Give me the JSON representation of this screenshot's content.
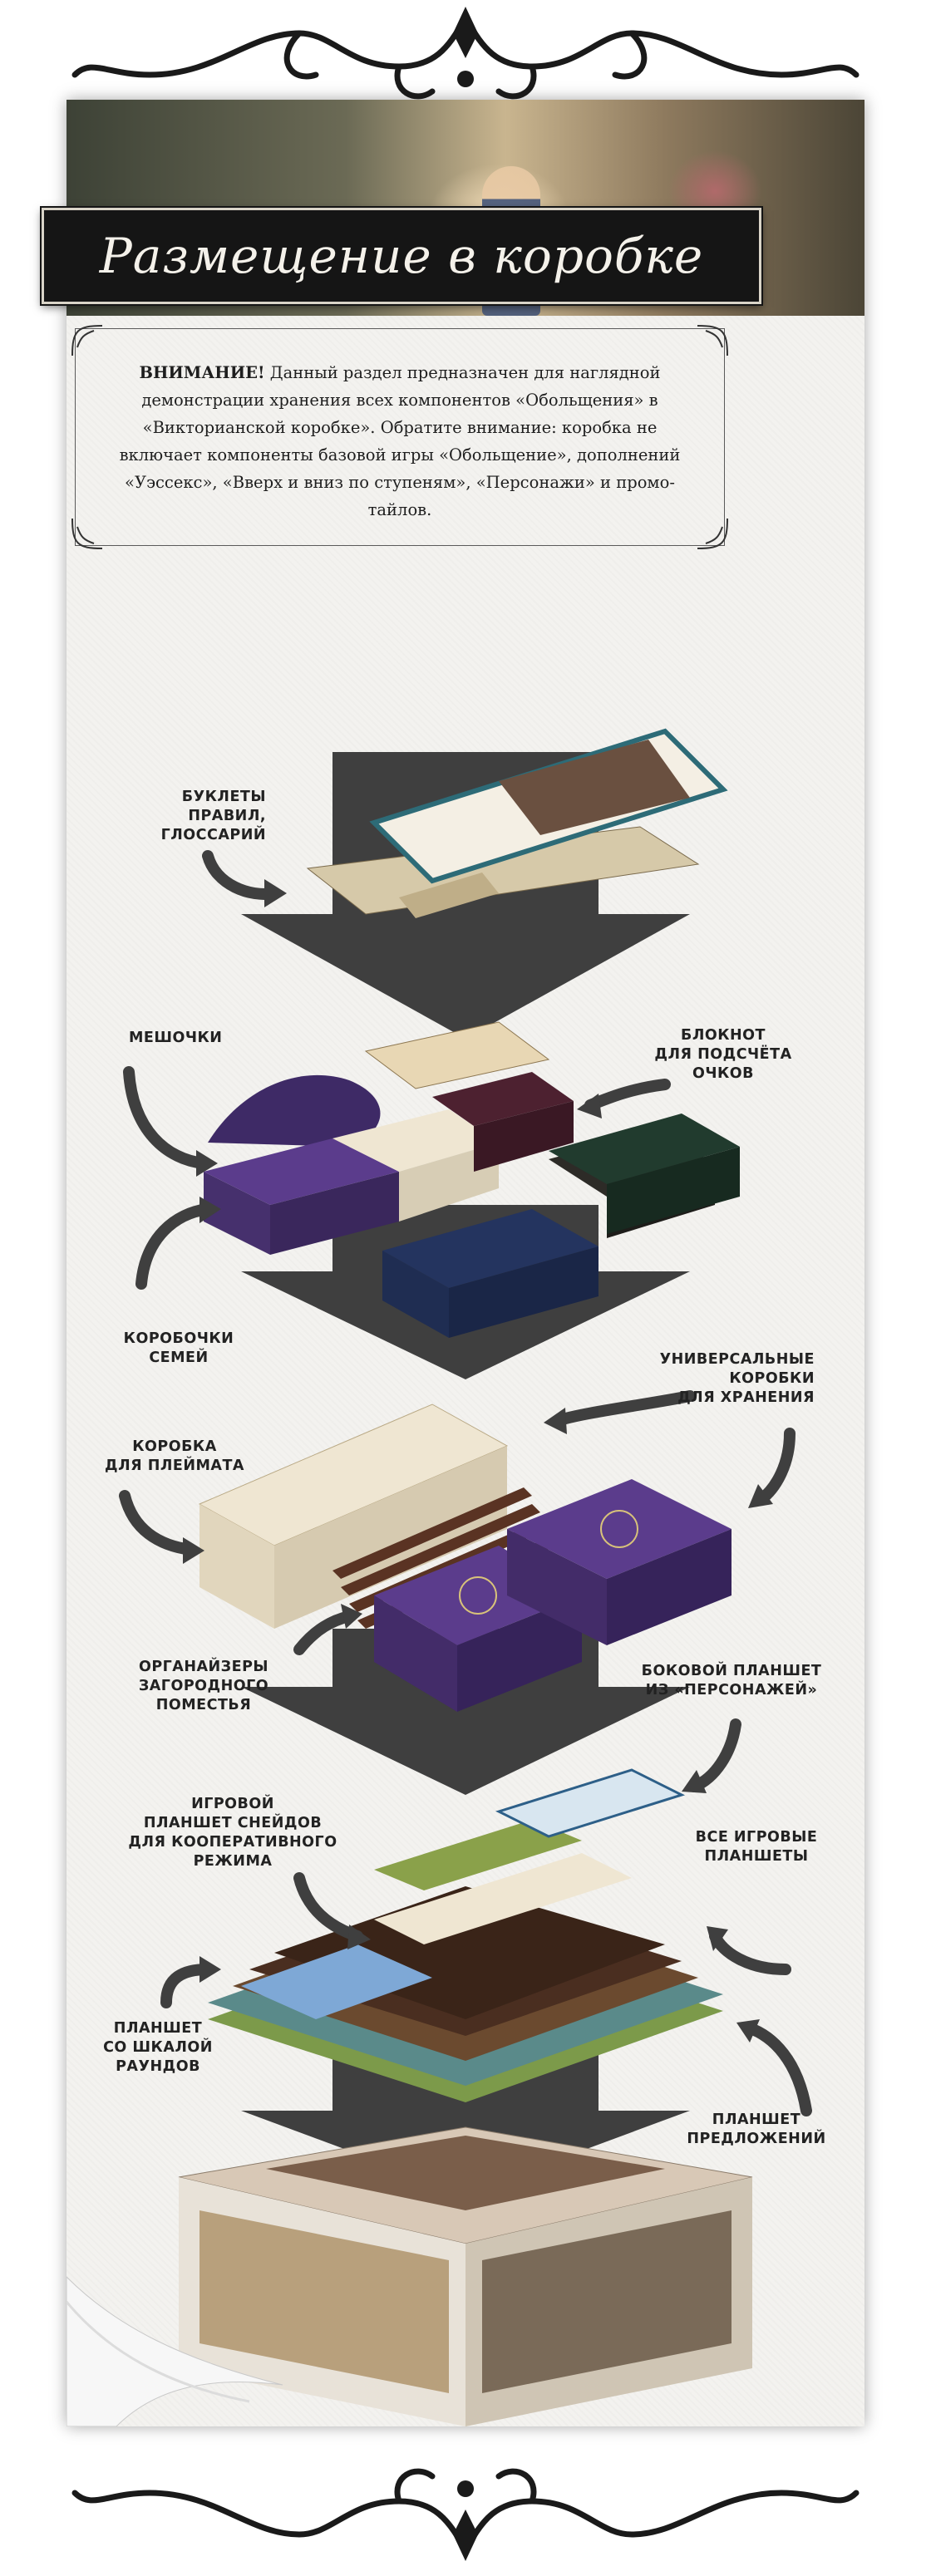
{
  "title": "Размещение в коробке",
  "notice": {
    "lead": "ВНИМАНИЕ!",
    "body": " Данный раздел предназначен для наглядной демонстрации хранения всех компонентов «Обольщения» в «Викторианской коробке». Обратите внимание: коробка не включает компоненты базовой игры «Обольщение», дополнений «Уэссекс», «Вверх и вниз по ступеням», «Персонажи» и промо-тайлов."
  },
  "labels": {
    "booklets": "БУКЛЕТЫ ПРАВИЛ,\nГЛОССАРИЙ",
    "bags": "МЕШОЧКИ",
    "scorepad": "БЛОКНОТ\nДЛЯ ПОДСЧЁТА\nОЧКОВ",
    "family_boxes": "КОРОБОЧКИ\nСЕМЕЙ",
    "universal_boxes": "УНИВЕРСАЛЬНЫЕ\nКОРОБКИ\nДЛЯ ХРАНЕНИЯ",
    "playmat_box": "КОРОБКА\nДЛЯ ПЛЕЙМАТА",
    "estate_organizers": "ОРГАНАЙЗЕРЫ\nЗАГОРОДНОГО\nПОМЕСТЬЯ",
    "side_board": "БОКОВОЙ ПЛАНШЕТ\nИЗ «ПЕРСОНАЖЕЙ»",
    "snide_board": "ИГРОВОЙ\nПЛАНШЕТ СНЕЙДОВ\nДЛЯ КООПЕРАТИВНОГО\nРЕЖИМА",
    "all_boards": "ВСЕ ИГРОВЫЕ\nПЛАНШЕТЫ",
    "round_board": "ПЛАНШЕТ\nСО ШКАЛОЙ\nРАУНДОВ",
    "offers_board": "ПЛАНШЕТ\nПРЕДЛОЖЕНИЙ"
  },
  "colors": {
    "purple": "#5b3c8c",
    "blue": "#24345f",
    "dark_green": "#213b2e",
    "cream": "#efe6d2",
    "arrow_gray": "#3f3f3f",
    "title_bar": "#151515"
  }
}
